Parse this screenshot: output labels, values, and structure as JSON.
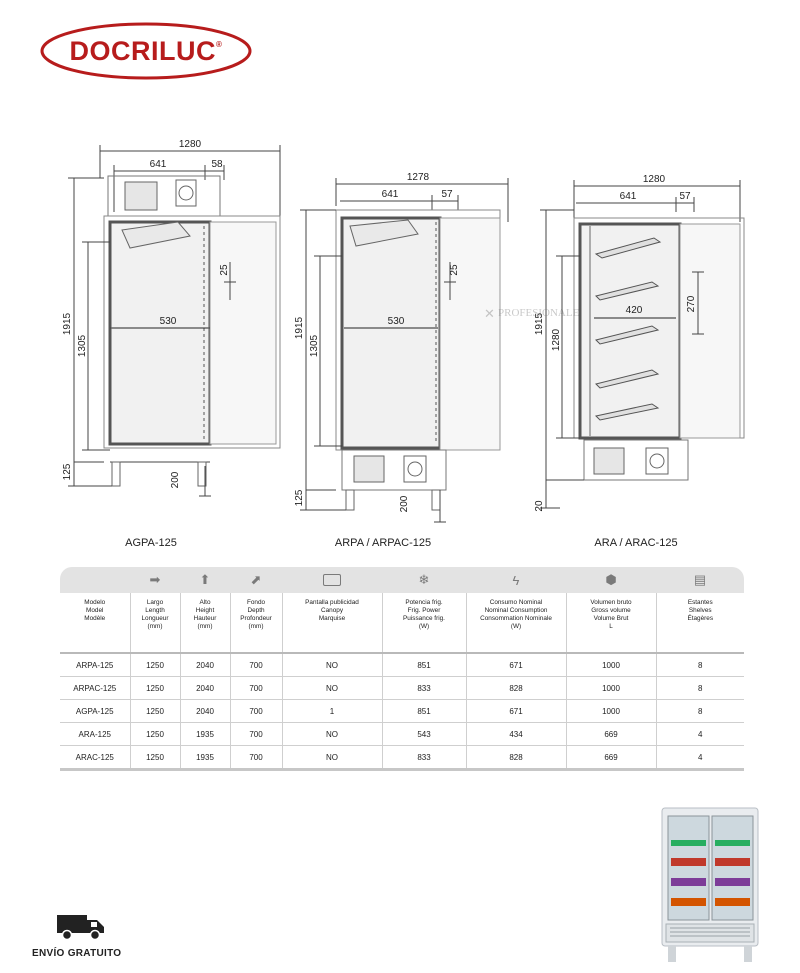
{
  "brand": {
    "name": "DOCRILUC",
    "registered": "®",
    "accent": "#b71c1c"
  },
  "watermark": "PROFESIONALES",
  "drawings": [
    {
      "caption": "AGPA-125",
      "dims": {
        "total_width": "1280",
        "depth": "641",
        "gap": "58",
        "height": "1915",
        "inner_height": "1305",
        "inner_width": "530",
        "shelf_gap": "25",
        "legs": "125",
        "base": "200"
      }
    },
    {
      "caption": "ARPA / ARPAC-125",
      "dims": {
        "total_width": "1278",
        "depth": "641",
        "gap": "57",
        "height": "1915",
        "inner_height": "1305",
        "inner_width": "530",
        "shelf_gap": "25",
        "legs": "125",
        "base": "200"
      }
    },
    {
      "caption": "ARA / ARAC-125",
      "dims": {
        "total_width": "1280",
        "depth": "641",
        "gap": "57",
        "height": "1915",
        "inner_height": "1280",
        "inner_width": "420",
        "shelf_gap": "270",
        "legs": "20"
      }
    }
  ],
  "table": {
    "header_icons": [
      "arrow-right-icon",
      "arrow-up-icon",
      "arrow-diagonal-icon",
      "screen-icon",
      "snowflake-icon",
      "bolt-icon",
      "cube-icon",
      "shelves-icon"
    ],
    "columns": [
      [
        "Modelo",
        "Model",
        "Modèle"
      ],
      [
        "Largo",
        "Length",
        "Longueur",
        "(mm)"
      ],
      [
        "Alto",
        "Height",
        "Hauteur",
        "(mm)"
      ],
      [
        "Fondo",
        "Depth",
        "Profondeur",
        "(mm)"
      ],
      [
        "Pantalla publicidad",
        "Canopy",
        "Marquise"
      ],
      [
        "Potencia frig.",
        "Frig. Power",
        "Puissance frig.",
        "(W)"
      ],
      [
        "Consumo Nominal",
        "Nominal Consumption",
        "Consommation Nominale",
        "(W)"
      ],
      [
        "Volumen bruto",
        "Gross volume",
        "Volume Brut",
        "L"
      ],
      [
        "Estantes",
        "Shelves",
        "Étagères"
      ]
    ],
    "rows": [
      [
        "ARPA-125",
        "1250",
        "2040",
        "700",
        "NO",
        "851",
        "671",
        "1000",
        "8"
      ],
      [
        "ARPAC-125",
        "1250",
        "2040",
        "700",
        "NO",
        "833",
        "828",
        "1000",
        "8"
      ],
      [
        "AGPA-125",
        "1250",
        "2040",
        "700",
        "1",
        "851",
        "671",
        "1000",
        "8"
      ],
      [
        "ARA-125",
        "1250",
        "1935",
        "700",
        "NO",
        "543",
        "434",
        "669",
        "4"
      ],
      [
        "ARAC-125",
        "1250",
        "1935",
        "700",
        "NO",
        "833",
        "828",
        "669",
        "4"
      ]
    ]
  },
  "shipping": {
    "label": "ENVÍO GRATUITO",
    "icon": "truck-icon"
  },
  "product_photo": {
    "icon": "refrigerator-icon"
  }
}
